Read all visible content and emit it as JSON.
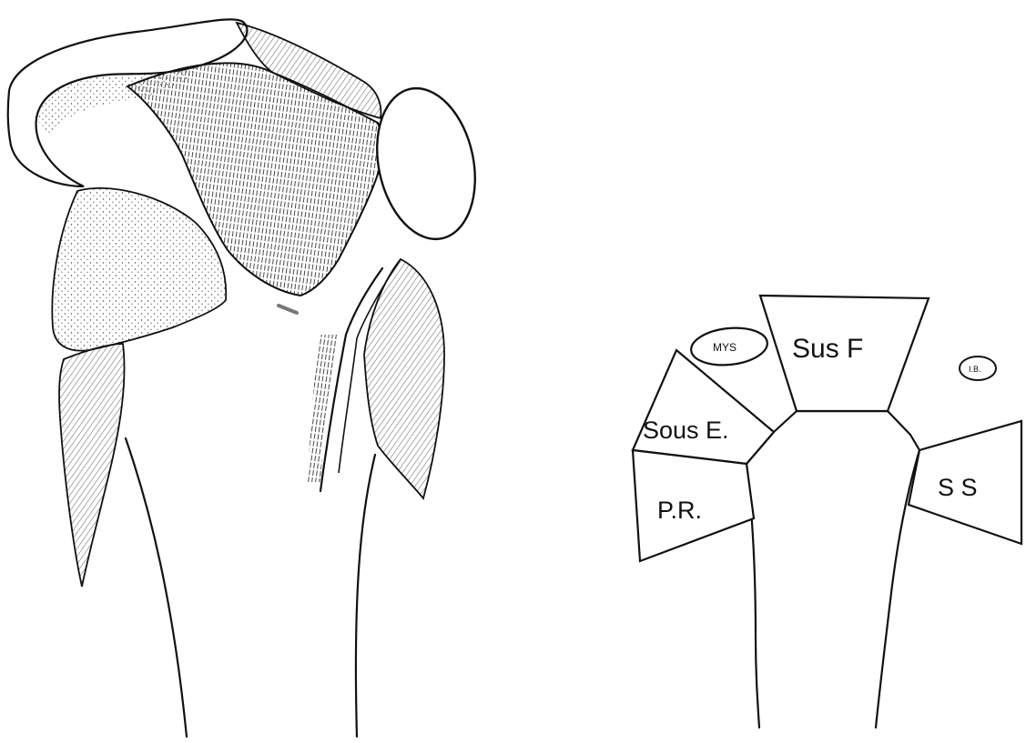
{
  "diagram": {
    "labels": {
      "sus_f": "Sus F",
      "sous_e": "Sous E.",
      "p_r": "P.R.",
      "s_s": "S S",
      "oval_top": "MYS",
      "oval_right": "I.B."
    }
  }
}
